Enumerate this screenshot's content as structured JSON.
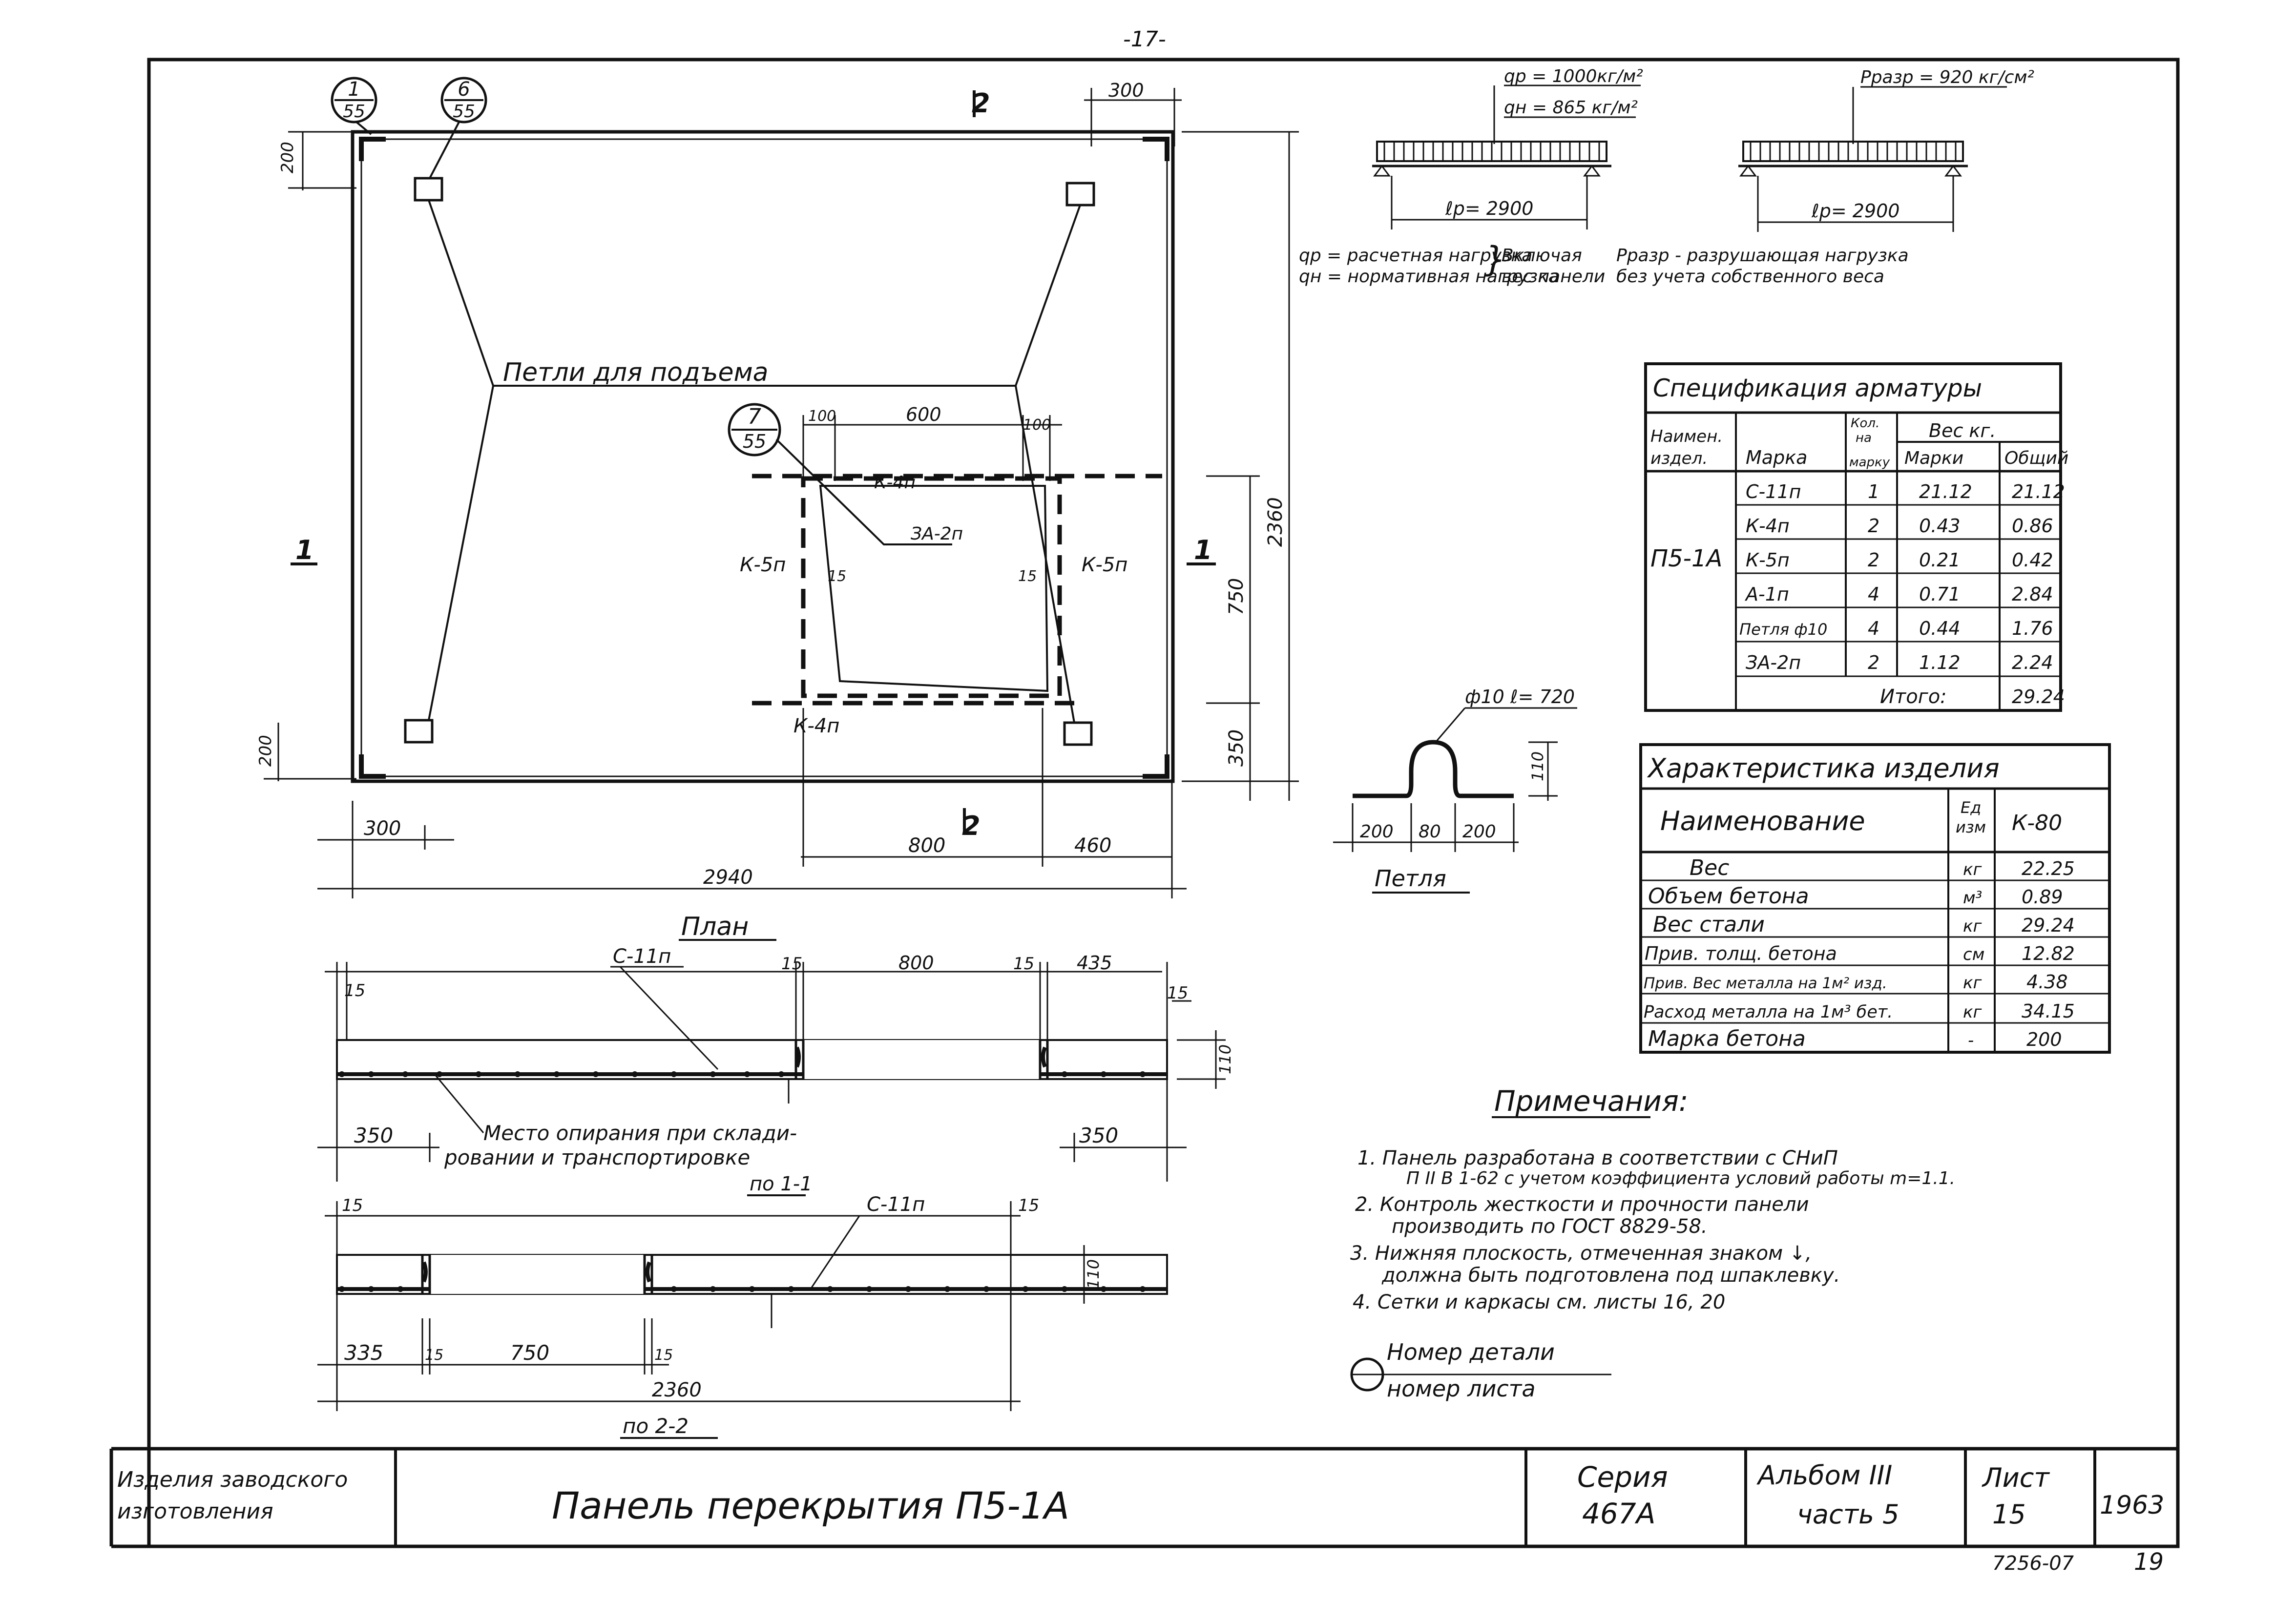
{
  "page_number": "-17-",
  "plan": {
    "callouts": [
      {
        "top": "1",
        "bottom": "55"
      },
      {
        "top": "6",
        "bottom": "55"
      },
      {
        "top": "7",
        "bottom": "55"
      }
    ],
    "section_marks": [
      "1",
      "1",
      "2",
      "2"
    ],
    "dims": {
      "d300_top": "300",
      "d200_top": "200",
      "d200_bot": "200",
      "d2360": "2360",
      "d750": "750",
      "d350_r": "350",
      "d100a": "100",
      "d600": "600",
      "d100b": "100",
      "d15a": "15",
      "d15b": "15",
      "d300_bot": "300",
      "d800": "800",
      "d460": "460",
      "d2940": "2940"
    },
    "labels": {
      "lifting_loops": "Петли для подъема",
      "k4n_top": "К-4п",
      "k5n_left": "К-5п",
      "k5n_right": "К-5п",
      "za2n": "ЗА-2п",
      "k4n_bot": "К-4п"
    },
    "title": "План"
  },
  "loads": {
    "qp": "qр = 1000кг/м²",
    "qn": "qн = 865 кг/м²",
    "lp1": "ℓр= 2900",
    "prazr": "Рразр = 920 кг/см²",
    "lp2": "ℓр= 2900",
    "note1_line1": "qр = расчетная нагрузка",
    "note1_line2": "qн = нормативная нагрузка",
    "note1_brace_1": "Включая",
    "note1_brace_2": "вес панели",
    "note2_line1": "Рразр - разрушающая нагрузка",
    "note2_line2": "без учета собственного веса"
  },
  "spec_table": {
    "title": "Спецификация арматуры",
    "headers": {
      "item": [
        "Наимен.",
        "издел."
      ],
      "mark": "Марка",
      "qty": [
        "Кол.",
        "на",
        "марку"
      ],
      "weight": "Вес кг.",
      "per_mark": "Марки",
      "total": "Общий"
    },
    "product": "П5-1А",
    "rows": [
      {
        "mark": "С-11п",
        "qty": "1",
        "w": "21.12",
        "total": "21.12"
      },
      {
        "mark": "К-4п",
        "qty": "2",
        "w": "0.43",
        "total": "0.86"
      },
      {
        "mark": "К-5п",
        "qty": "2",
        "w": "0.21",
        "total": "0.42"
      },
      {
        "mark": "А-1п",
        "qty": "4",
        "w": "0.71",
        "total": "2.84"
      },
      {
        "mark": "Петля ф10",
        "qty": "4",
        "w": "0.44",
        "total": "1.76"
      },
      {
        "mark": "ЗА-2п",
        "qty": "2",
        "w": "1.12",
        "total": "2.24"
      }
    ],
    "total_label": "Итого:",
    "total_value": "29.24"
  },
  "char_table": {
    "title": "Характеристика изделия",
    "headers": {
      "name": "Наименование",
      "unit": [
        "Ед",
        "изм"
      ],
      "value": "К-80"
    },
    "rows": [
      {
        "name": "Вес",
        "unit": "кг",
        "value": "22.25"
      },
      {
        "name": "Объем бетона",
        "unit": "м³",
        "value": "0.89"
      },
      {
        "name": "Вес стали",
        "unit": "кг",
        "value": "29.24"
      },
      {
        "name": "Прив. толщ. бетона",
        "unit": "см",
        "value": "12.82"
      },
      {
        "name": "Прив. Вес металла на 1м² изд.",
        "unit": "кг",
        "value": "4.38"
      },
      {
        "name": "Расход металла на 1м³ бет.",
        "unit": "кг",
        "value": "34.15"
      },
      {
        "name": "Марка бетона",
        "unit": "-",
        "value": "200"
      }
    ]
  },
  "loop": {
    "label": "ф10 ℓ= 720",
    "d110": "110",
    "d200a": "200",
    "d80": "80",
    "d200b": "200",
    "title": "Петля"
  },
  "section1": {
    "c11n": "С-11п",
    "d15a": "15",
    "d15b": "15",
    "d800": "800",
    "d15c": "15",
    "d435": "435",
    "d15d": "15",
    "d110": "110",
    "d350a": "350",
    "d350b": "350",
    "support_line1": "Место опирания при склади-",
    "support_line2": "ровании и транспортировке",
    "title": "по 1-1"
  },
  "section2": {
    "c11n": "С-11п",
    "d15a": "15",
    "d15b": "15",
    "d110": "110",
    "d335": "335",
    "d15c": "15",
    "d750": "750",
    "d15d": "15",
    "d2360": "2360",
    "title": "по 2-2"
  },
  "notes": {
    "title": "Примечания:",
    "lines": [
      "1. Панель разработана в соответствии с СНиП",
      "П ІІ В 1-62 с учетом коэффициента условий работы m=1.1.",
      "2. Контроль жесткости и прочности панели",
      "производить по ГОСТ 8829-58.",
      "3. Нижняя плоскость, отмеченная знаком ↓,",
      "должна быть подготовлена под шпаклевку.",
      "4. Сетки и каркасы см. листы 16, 20"
    ],
    "legend_top": "Номер детали",
    "legend_bottom": "номер листа"
  },
  "title_block": {
    "org_line1": "Изделия заводского",
    "org_line2": "изготовления",
    "name": "Панель перекрытия П5-1А",
    "series_label": "Серия",
    "series_value": "467А",
    "album_label": "Альбом III",
    "album_part": "часть 5",
    "sheet_label": "Лист",
    "sheet_value": "15",
    "year": "1963",
    "ref_code": "7256-07",
    "ref_num": "19"
  }
}
